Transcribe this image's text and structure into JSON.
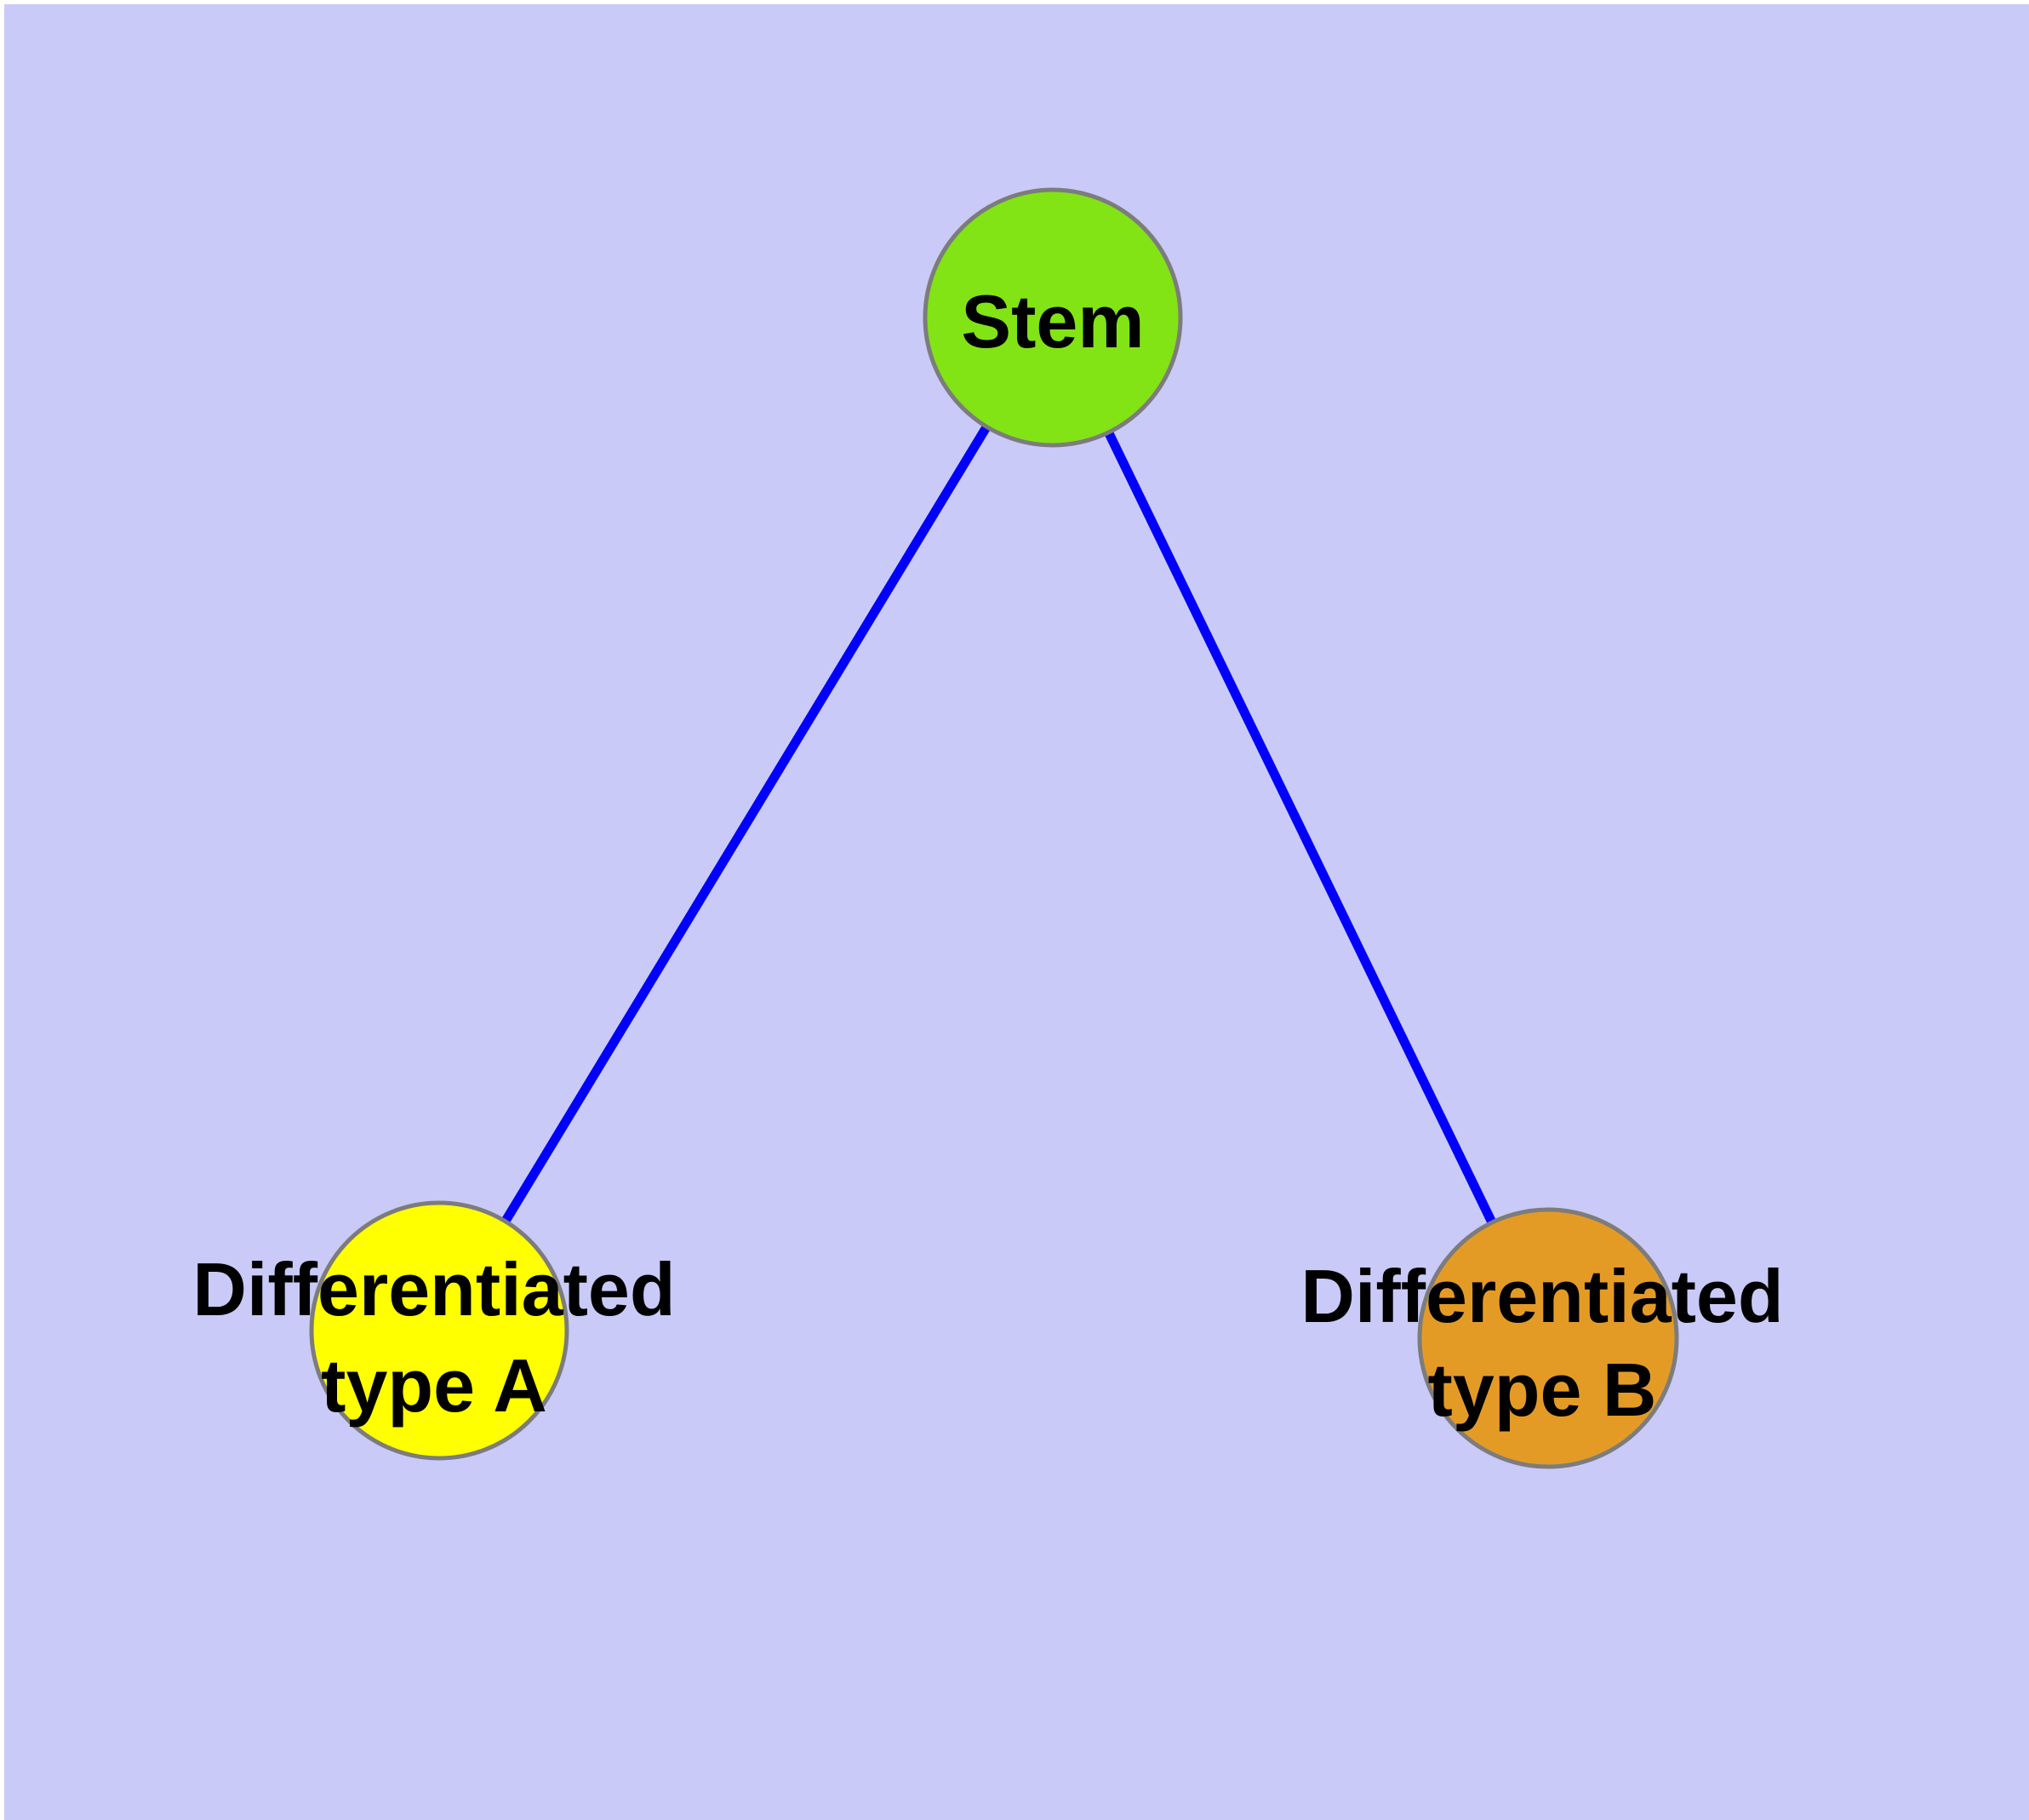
{
  "page": {
    "outer_background": "#ffffff",
    "plot_background": "#cacaf8"
  },
  "graph": {
    "label_color": "#000000",
    "frame_color": "#7c7c7c",
    "edge_color": "#0000fb",
    "nodes": {
      "stem": {
        "label": "Stem",
        "fill": "#82e414"
      },
      "type_a": {
        "label_line1": "Differentiated",
        "label_line2": "type A",
        "fill": "#ffff00"
      },
      "type_b": {
        "label_line1": "Differentiated",
        "label_line2": "type B",
        "fill": "#e49b26"
      }
    },
    "edges": {
      "stem_to_type_a": {
        "from": "Stem",
        "to": "Differentiated type A"
      },
      "stem_to_type_b": {
        "from": "Stem",
        "to": "Differentiated type B"
      }
    }
  }
}
